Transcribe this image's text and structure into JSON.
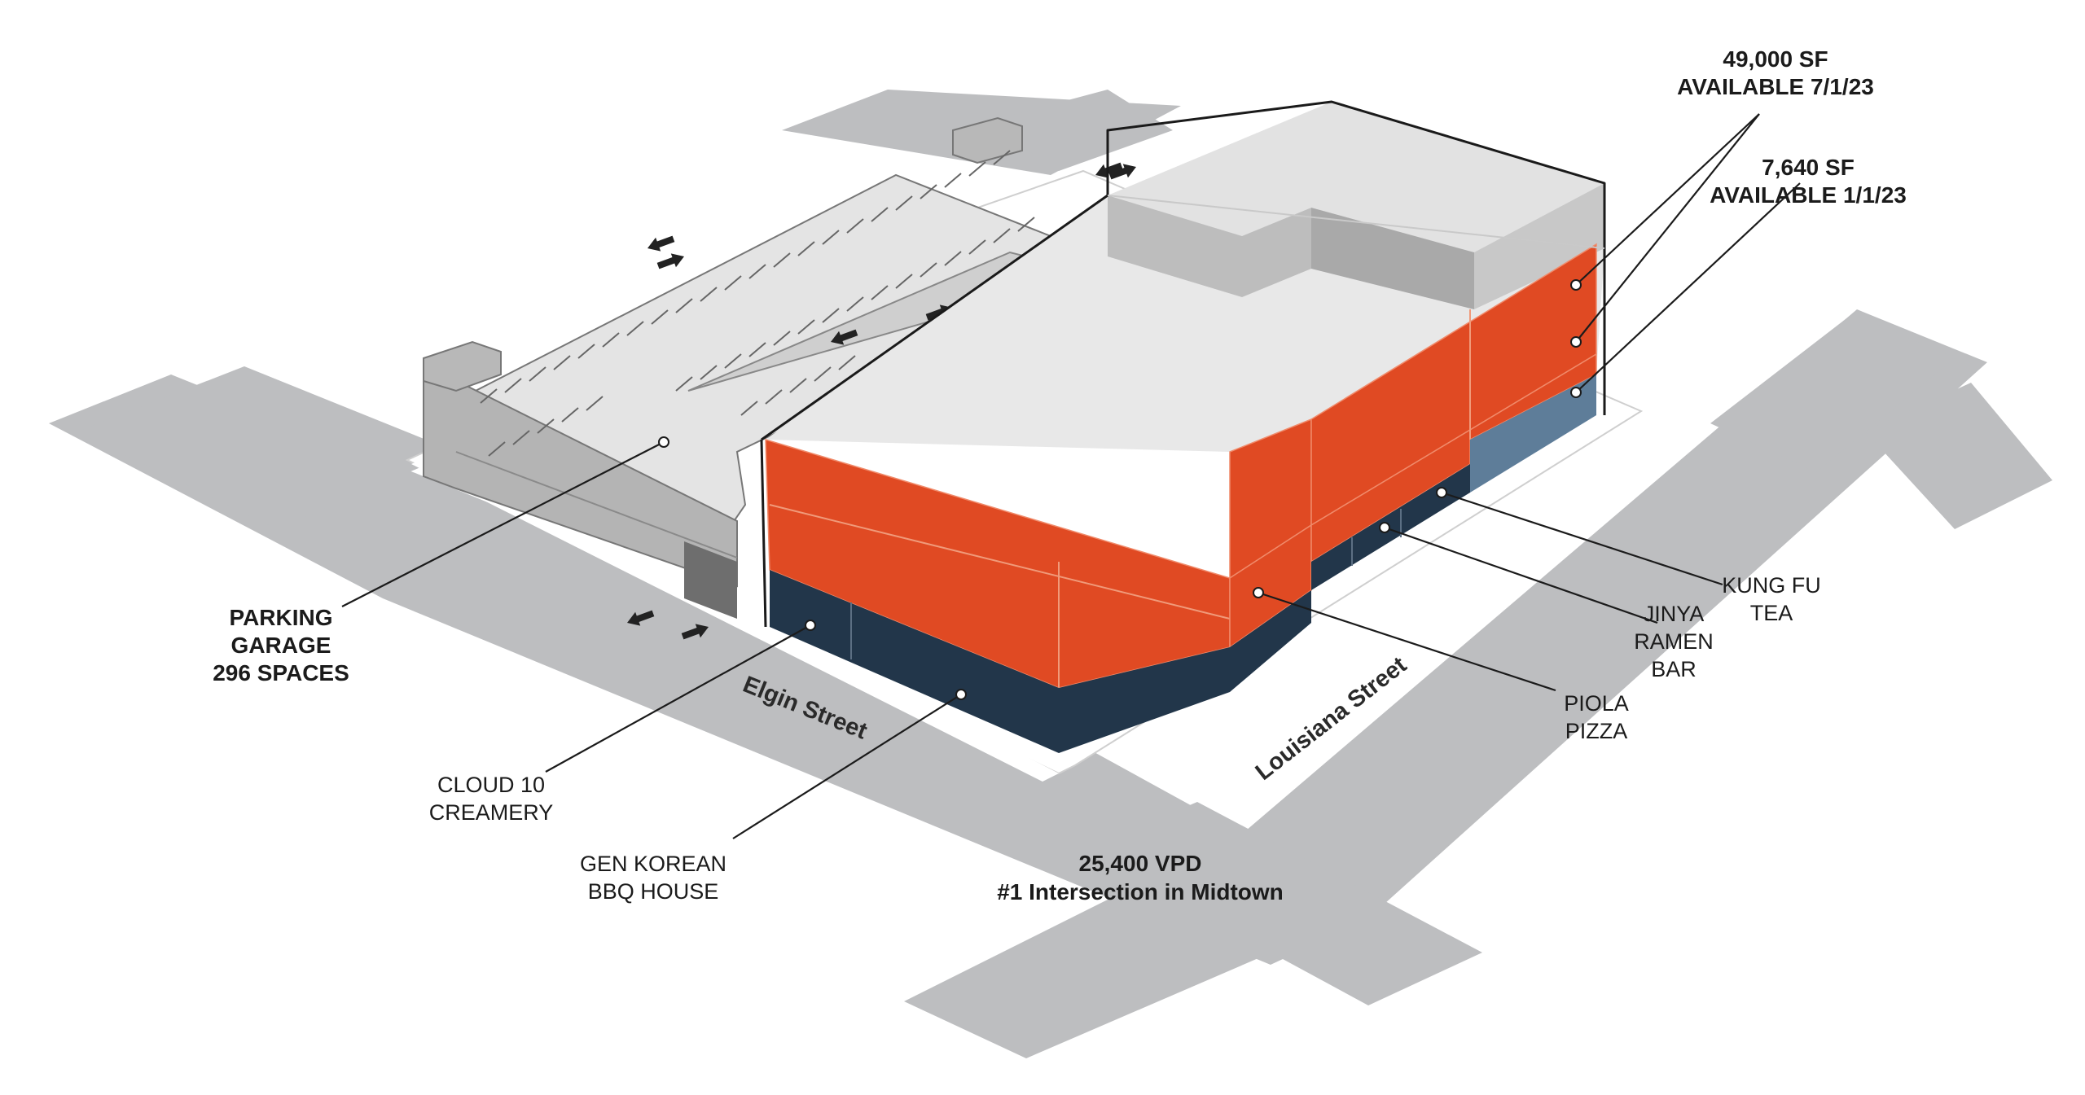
{
  "labels": {
    "space_a_sf": "49,000 SF",
    "space_a_available": "AVAILABLE 7/1/23",
    "space_b_sf": "7,640 SF",
    "space_b_available": "AVAILABLE 1/1/23",
    "garage_line1": "PARKING",
    "garage_line2": "GARAGE",
    "garage_line3": "296 SPACES",
    "kungfu_line1": "KUNG FU",
    "kungfu_line2": "TEA",
    "jinya_line1": "JINYA",
    "jinya_line2": "RAMEN",
    "jinya_line3": "BAR",
    "piola_line1": "PIOLA",
    "piola_line2": "PIZZA",
    "cloud_line1": "CLOUD 10",
    "cloud_line2": "CREAMERY",
    "gen_line1": "GEN KOREAN",
    "gen_line2": "BBQ HOUSE",
    "street_elgin": "Elgin Street",
    "street_louisiana": "Louisiana Street",
    "traffic_vpd": "25,400 VPD",
    "traffic_note": "#1 Intersection in Midtown"
  },
  "colors": {
    "road": "#bdbec0",
    "sidewalk": "#ffffff",
    "retail_orange": "#e04a23",
    "storefront_navy": "#22364a",
    "available_blue": "#5e7d99",
    "roof": "#e8e8e8",
    "parapet": "#b9b9b9",
    "garage_deck": "#e4e4e4",
    "garage_wall": "#b4b4b4"
  }
}
